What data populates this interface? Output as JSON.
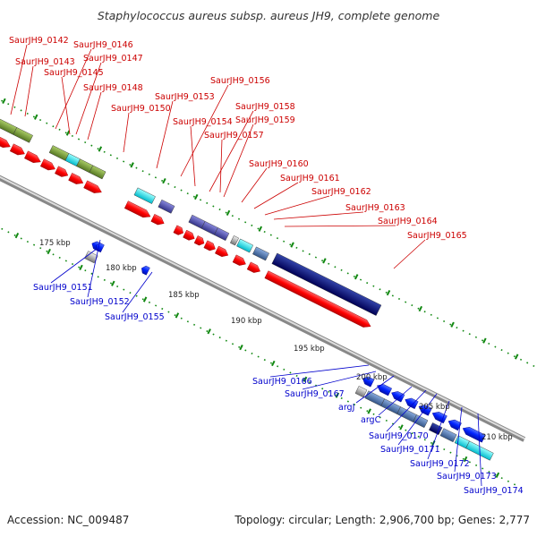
{
  "title": "Staphylococcus aureus subsp. aureus JH9, complete genome",
  "footer": {
    "accession": "Accession: NC_009487",
    "summary": "Topology: circular; Length: 2,906,700 bp; Genes: 2,777"
  },
  "colors": {
    "forward_label": "#cc0000",
    "reverse_label": "#0000cc",
    "cds_forward": "#ff0000",
    "cds_reverse": "#0033ff",
    "tick": "#118811",
    "backbone": "#999999"
  },
  "scale_labels": [
    "175 kbp",
    "180 kbp",
    "185 kbp",
    "190 kbp",
    "195 kbp",
    "200 kbp",
    "205 kbp",
    "210 kbp"
  ],
  "forward_genes": [
    "SaurJH9_0142",
    "SaurJH9_0143",
    "SaurJH9_0146",
    "SaurJH9_0147",
    "SaurJH9_0145",
    "SaurJH9_0148",
    "SaurJH9_0150",
    "SaurJH9_0153",
    "SaurJH9_0156",
    "SaurJH9_0154",
    "SaurJH9_0158",
    "SaurJH9_0159",
    "SaurJH9_0157",
    "SaurJH9_0160",
    "SaurJH9_0161",
    "SaurJH9_0162",
    "SaurJH9_0163",
    "SaurJH9_0164",
    "SaurJH9_0165"
  ],
  "reverse_genes": [
    "SaurJH9_0151",
    "SaurJH9_0152",
    "SaurJH9_0155",
    "SaurJH9_0166",
    "SaurJH9_0167",
    "argJ",
    "argC",
    "SaurJH9_0170",
    "SaurJH9_0171",
    "SaurJH9_0172",
    "SaurJH9_0173",
    "SaurJH9_0174"
  ]
}
